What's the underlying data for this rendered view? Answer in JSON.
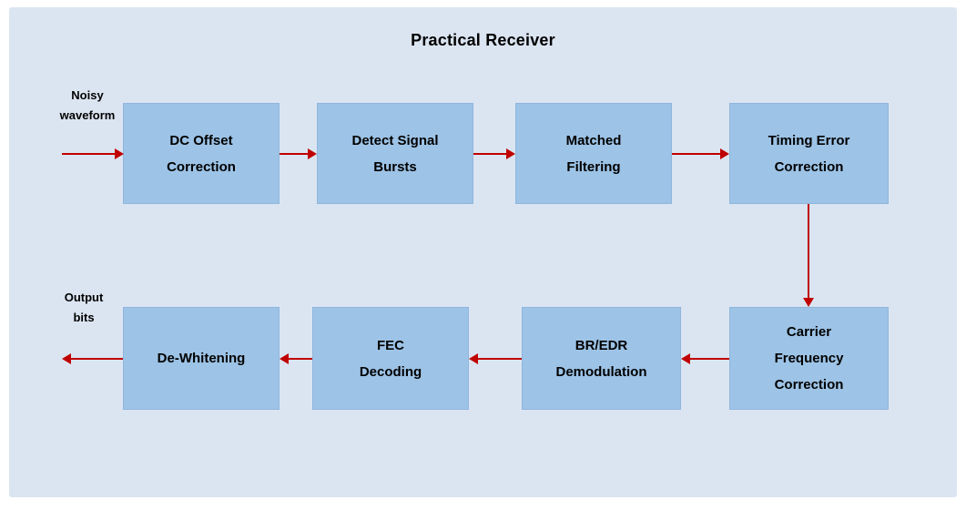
{
  "title": "Practical Receiver",
  "colors": {
    "background": "#dbe5f1",
    "box_fill": "#9dc3e6",
    "box_border": "#8fb6de",
    "arrow": "#c00000",
    "text": "#000000"
  },
  "input_label": {
    "lines": [
      "Noisy",
      "waveform"
    ]
  },
  "output_label": {
    "lines": [
      "Output",
      "bits"
    ]
  },
  "blocks": [
    {
      "id": "dc-offset-correction",
      "lines": [
        "DC Offset",
        "Correction"
      ]
    },
    {
      "id": "detect-signal-bursts",
      "lines": [
        "Detect Signal",
        "Bursts"
      ]
    },
    {
      "id": "matched-filtering",
      "lines": [
        "Matched",
        "Filtering"
      ]
    },
    {
      "id": "timing-error-correction",
      "lines": [
        "Timing Error",
        "Correction"
      ]
    },
    {
      "id": "carrier-frequency-correction",
      "lines": [
        "Carrier",
        "Frequency",
        "Correction"
      ]
    },
    {
      "id": "br-edr-demodulation",
      "lines": [
        "BR/EDR",
        "Demodulation"
      ]
    },
    {
      "id": "fec-decoding",
      "lines": [
        "FEC",
        "Decoding"
      ]
    },
    {
      "id": "de-whitening",
      "lines": [
        "De-Whitening"
      ]
    }
  ]
}
